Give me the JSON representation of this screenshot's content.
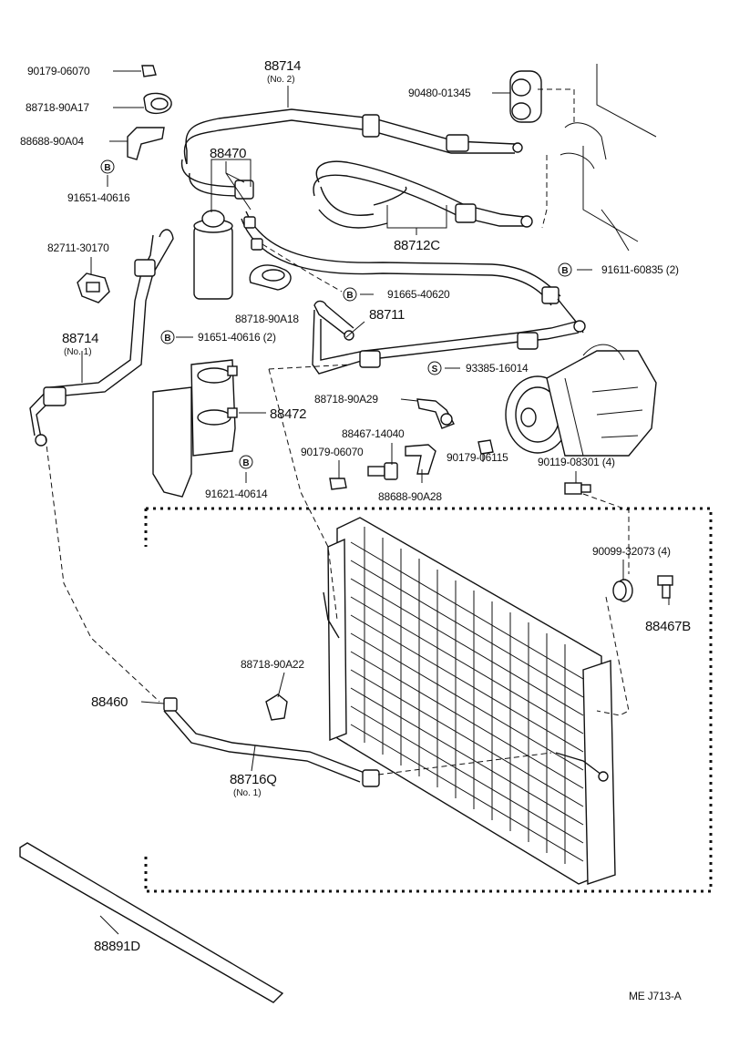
{
  "labels": {
    "p90179_06070_top": "90179-06070",
    "p88718_90A17": "88718-90A17",
    "p88688_90A04": "88688-90A04",
    "p91651_40616_top": "91651-40616",
    "p88714_no2": "88714",
    "p88714_no2_sub": "(No. 2)",
    "p90480_01345": "90480-01345",
    "p88470": "88470",
    "p88712C": "88712C",
    "p82711_30170": "82711-30170",
    "p91611_60835": "91611-60835 (2)",
    "p91665_40620": "91665-40620",
    "p88718_90A18": "88718-90A18",
    "p88711": "88711",
    "p88714_no1": "88714",
    "p88714_no1_sub": "(No. 1)",
    "p91651_40616_2": "91651-40616 (2)",
    "p93385_16014": "93385-16014",
    "p88718_90A29": "88718-90A29",
    "p88472": "88472",
    "p88467_14040": "88467-14040",
    "p90179_06070_mid": "90179-06070",
    "p90179_06115": "90179-06115",
    "p90119_08301": "90119-08301 (4)",
    "p88688_90A28": "88688-90A28",
    "p91621_40614": "91621-40614",
    "p90099_32073": "90099-32073 (4)",
    "p88467B": "88467B",
    "p88718_90A22": "88718-90A22",
    "p88460": "88460",
    "p88716Q": "88716Q",
    "p88716Q_sub": "(No. 1)",
    "p88891D": "88891D",
    "ref_code": "ME  J713-A"
  },
  "markers": {
    "bolt": "B",
    "screw": "S"
  }
}
